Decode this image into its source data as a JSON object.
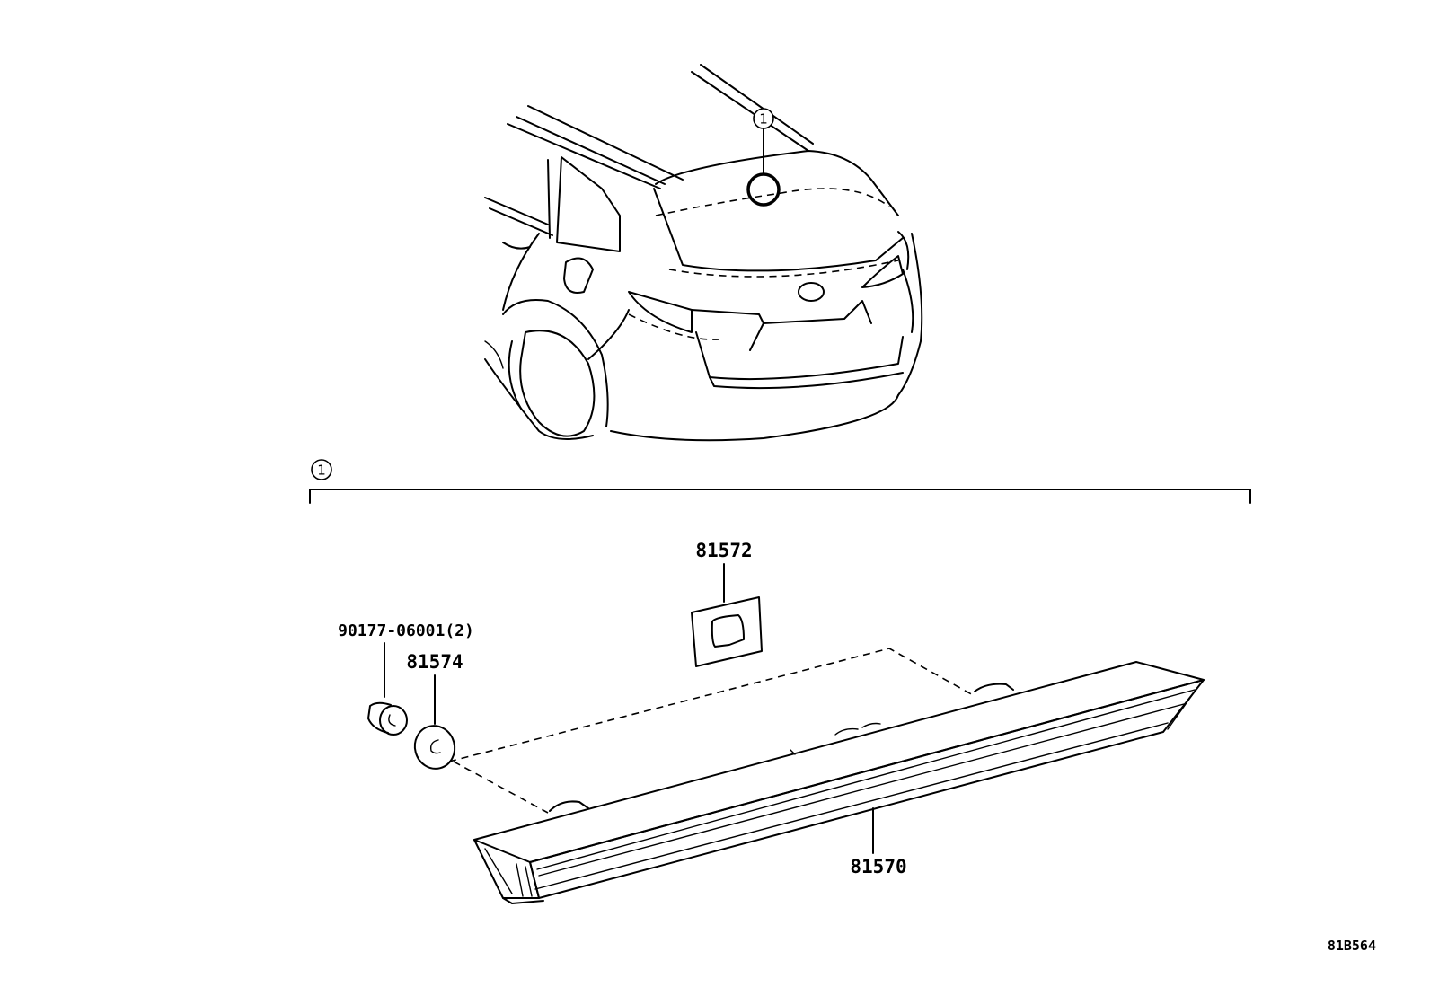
{
  "callout": {
    "ref": "1"
  },
  "parts": [
    {
      "number": "81572"
    },
    {
      "number": "90177-06001(2)"
    },
    {
      "number": "81574"
    },
    {
      "number": "81570"
    }
  ],
  "illustration_code": "81B564"
}
